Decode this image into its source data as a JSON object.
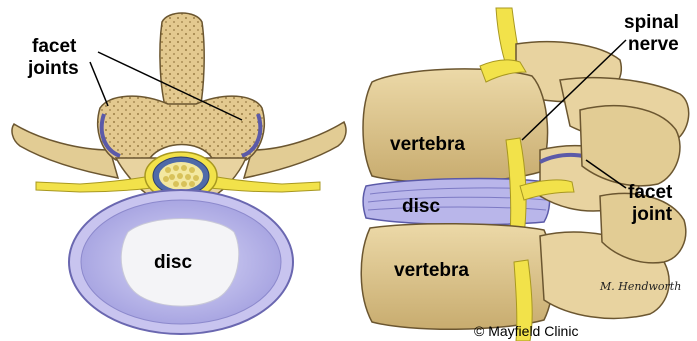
{
  "labels": {
    "facet_joints_line1": "facet",
    "facet_joints_line2": "joints",
    "disc_left": "disc",
    "spinal_nerve_line1": "spinal",
    "spinal_nerve_line2": "nerve",
    "vertebra_top": "vertebra",
    "disc_right": "disc",
    "facet_joint_line1": "facet",
    "facet_joint_line2": "joint",
    "vertebra_bottom": "vertebra"
  },
  "credit": "© Mayfield Clinic",
  "signature": "M. Hendworth",
  "colors": {
    "bone": "#e8d3a0",
    "bone_shadow": "#c9ae72",
    "bone_outline": "#6b5630",
    "cancellous": "#d6bf86",
    "disc_ring": "#b9b6ea",
    "disc_nucleus": "#f4f4f7",
    "nerve": "#f2e24a",
    "cartilage": "#5b5aa8",
    "spinal_cord": "#f3e8a0"
  }
}
